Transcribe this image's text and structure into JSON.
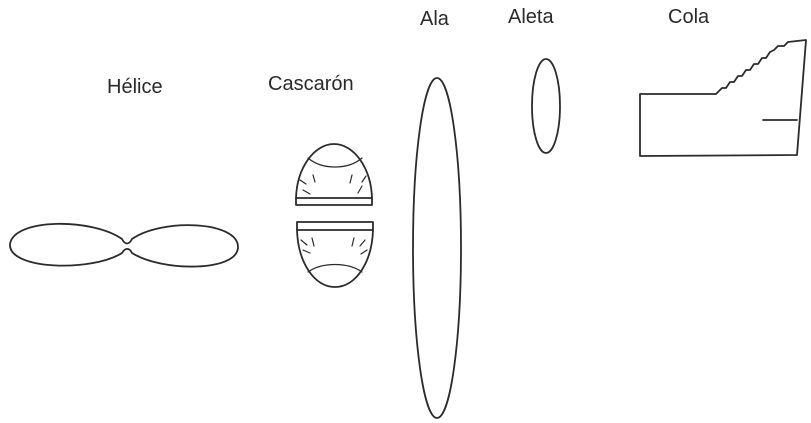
{
  "labels": {
    "helice": "Hélice",
    "cascaron": "Cascarón",
    "ala": "Ala",
    "aleta": "Aleta",
    "cola": "Cola"
  },
  "colors": {
    "stroke": "#2b2b2b",
    "text": "#2a2a2a",
    "background": "#ffffff"
  }
}
